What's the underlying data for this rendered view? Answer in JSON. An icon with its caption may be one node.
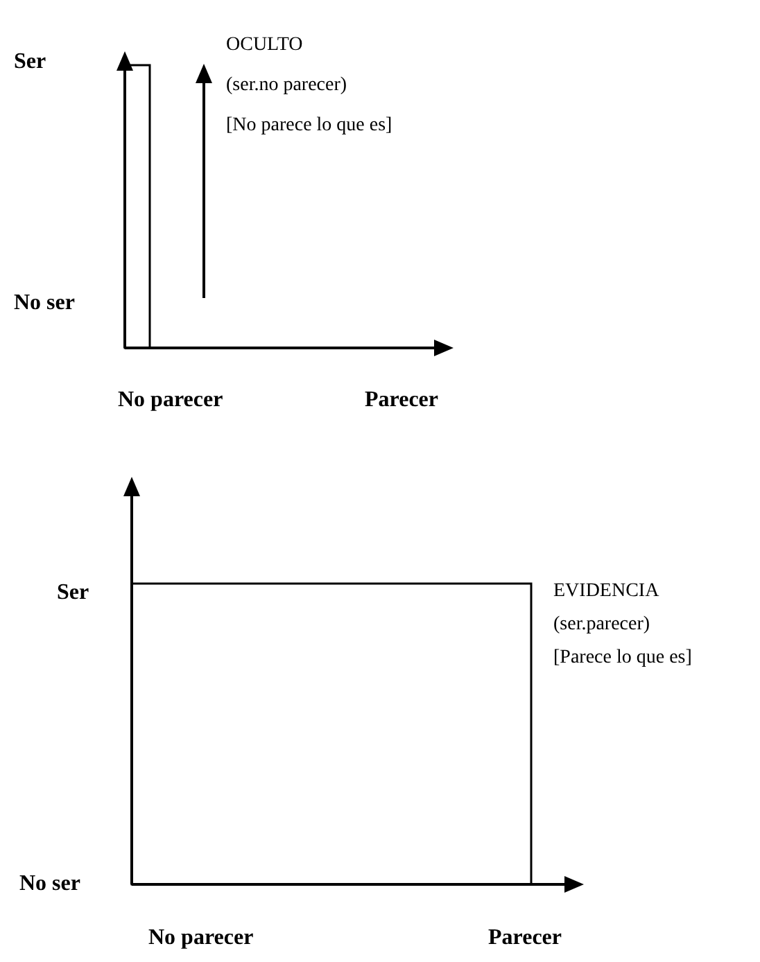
{
  "diagram": {
    "labels": [
      "Ser",
      "OCULTO",
      "(ser.no parecer)",
      "[No parece lo que es]",
      "No ser",
      "No parecer",
      "Parecer",
      "Ser",
      "EVIDENCIA",
      "(ser.parecer)",
      "[Parece lo que es]",
      "No ser",
      "No parecer",
      "Parecer"
    ]
  }
}
